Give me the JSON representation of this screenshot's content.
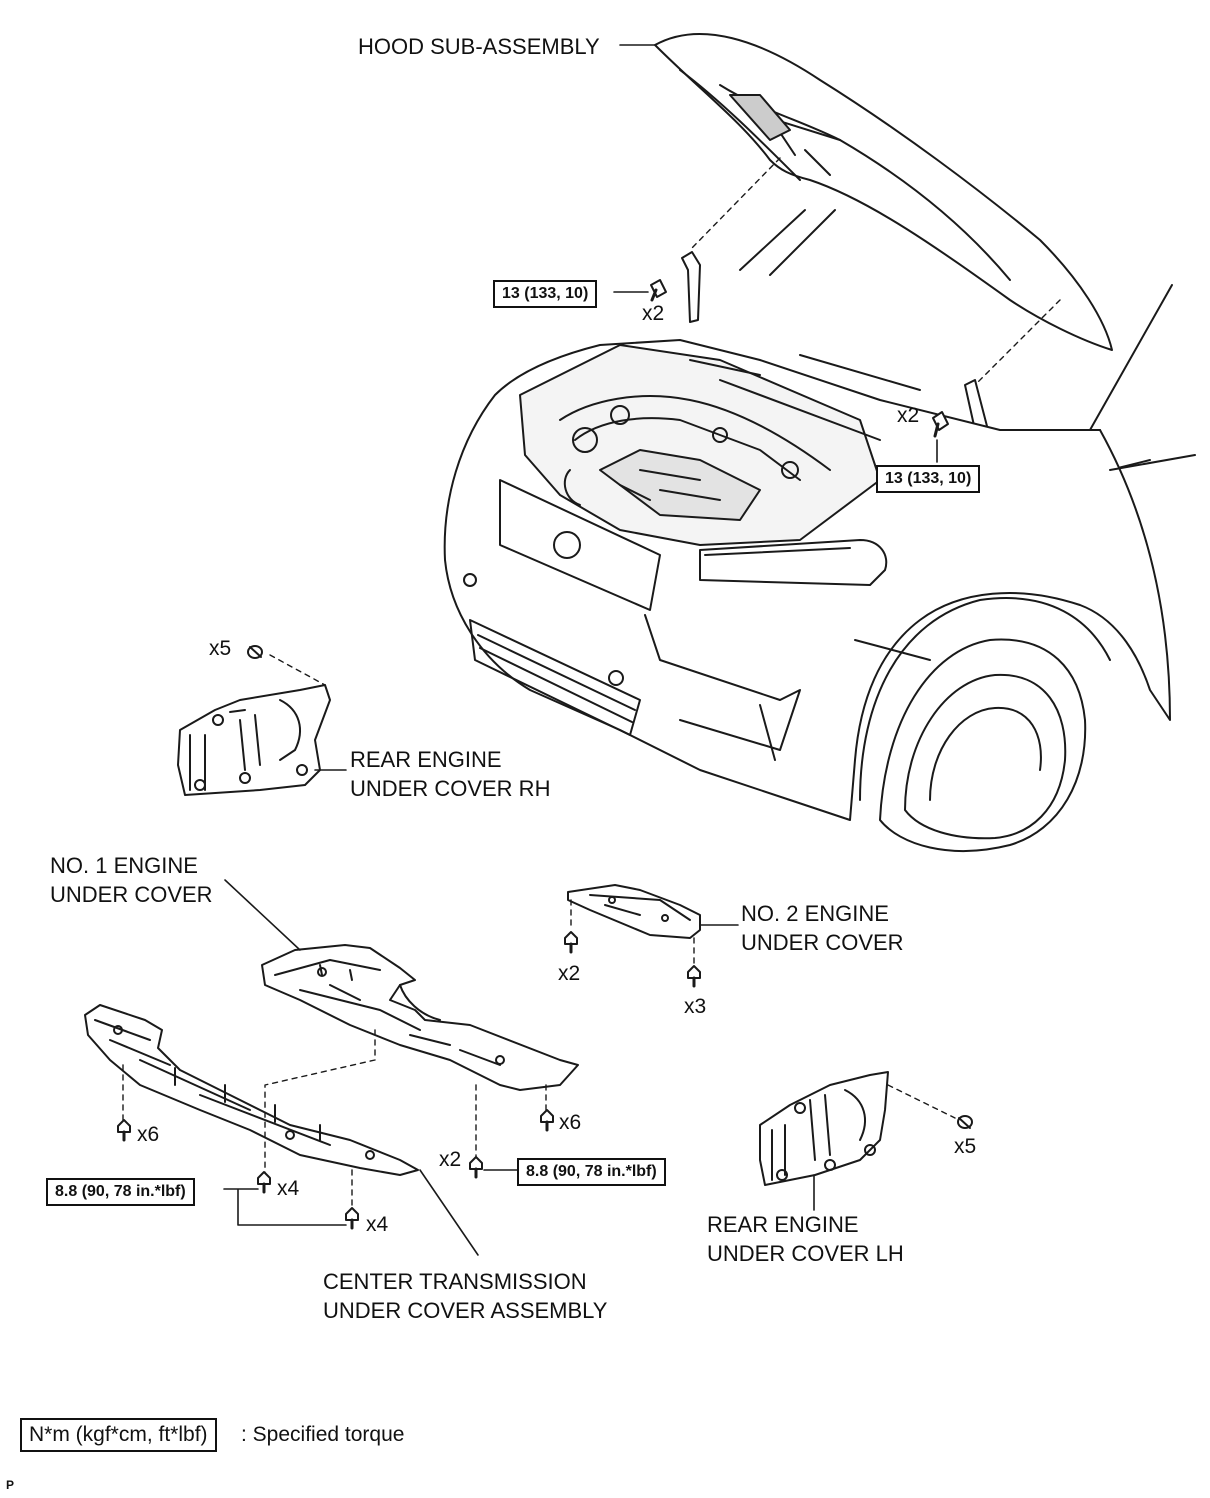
{
  "parts": {
    "hood": "HOOD SUB-ASSEMBLY",
    "rear_rh": [
      "REAR ENGINE",
      "UNDER COVER RH"
    ],
    "no1": [
      "NO. 1 ENGINE",
      "UNDER COVER"
    ],
    "no2": [
      "NO. 2 ENGINE",
      "UNDER COVER"
    ],
    "rear_lh": [
      "REAR ENGINE",
      "UNDER COVER LH"
    ],
    "center": [
      "CENTER TRANSMISSION",
      "UNDER COVER ASSEMBLY"
    ]
  },
  "torque": {
    "hood_left": "13 (133, 10)",
    "hood_right": "13 (133, 10)",
    "center_left": "8.8 (90, 78 in.*lbf)",
    "center_right": "8.8 (90, 78 in.*lbf)"
  },
  "quantities": {
    "hood_left": "x2",
    "hood_right": "x2",
    "rear_rh_clip": "x5",
    "no2_left": "x2",
    "no2_right": "x3",
    "no1_right": "x6",
    "center_left": "x6",
    "center_bolt_a": "x4",
    "center_bolt_b": "x4",
    "center_bolt_c": "x2",
    "rear_lh_clip": "x5"
  },
  "legend": {
    "unit": "N*m (kgf*cm, ft*lbf)",
    "meaning": ": Specified torque"
  },
  "code": "P"
}
